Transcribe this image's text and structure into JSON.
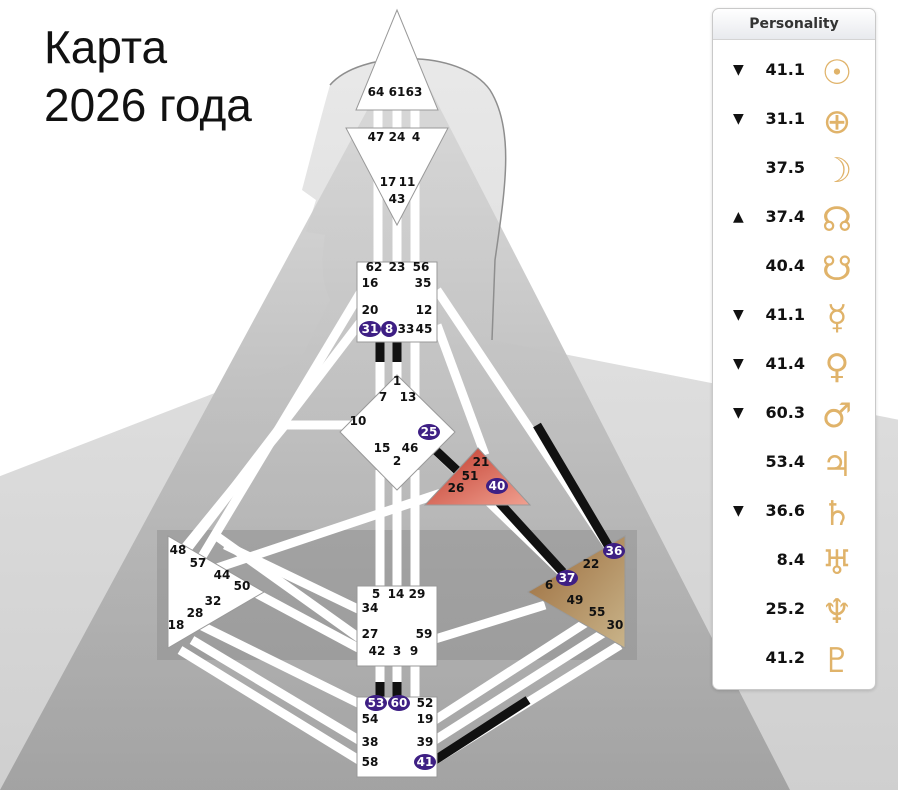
{
  "title_line1": "Карта",
  "title_line2": "2026 года",
  "colors": {
    "triangle": "#aaaaaa",
    "head": "#c4c4c4",
    "channel": "#ffffff",
    "defined": "#111111",
    "badge": "#3e1f84",
    "spleen": "#b08a4e",
    "ego": "#d4574a",
    "glyph": "#e0b36a"
  },
  "panel": {
    "header": "Personality",
    "rows": [
      {
        "arrow": "▼",
        "value": "41.1",
        "planet": "sun-icon",
        "glyph": "☉"
      },
      {
        "arrow": "▼",
        "value": "31.1",
        "planet": "earth-icon",
        "glyph": "⊕"
      },
      {
        "arrow": "",
        "value": "37.5",
        "planet": "moon-icon",
        "glyph": "☽"
      },
      {
        "arrow": "▲",
        "value": "37.4",
        "planet": "north-node-icon",
        "glyph": "☊"
      },
      {
        "arrow": "",
        "value": "40.4",
        "planet": "south-node-icon",
        "glyph": "☋"
      },
      {
        "arrow": "▼",
        "value": "41.1",
        "planet": "mercury-icon",
        "glyph": "☿"
      },
      {
        "arrow": "▼",
        "value": "41.4",
        "planet": "venus-icon",
        "glyph": "♀"
      },
      {
        "arrow": "▼",
        "value": "60.3",
        "planet": "mars-icon",
        "glyph": "♂"
      },
      {
        "arrow": "",
        "value": "53.4",
        "planet": "jupiter-icon",
        "glyph": "♃"
      },
      {
        "arrow": "▼",
        "value": "36.6",
        "planet": "saturn-icon",
        "glyph": "♄"
      },
      {
        "arrow": "",
        "value": "8.4",
        "planet": "uranus-icon",
        "glyph": "♅"
      },
      {
        "arrow": "",
        "value": "25.2",
        "planet": "neptune-icon",
        "glyph": "♆"
      },
      {
        "arrow": "",
        "value": "41.2",
        "planet": "pluto-icon",
        "glyph": "♇"
      }
    ]
  },
  "gates": [
    {
      "n": "64"
    },
    {
      "n": "61"
    },
    {
      "n": "63"
    },
    {
      "n": "47"
    },
    {
      "n": "24"
    },
    {
      "n": "4"
    },
    {
      "n": "17"
    },
    {
      "n": "11"
    },
    {
      "n": "43"
    },
    {
      "n": "62"
    },
    {
      "n": "23"
    },
    {
      "n": "56"
    },
    {
      "n": "16"
    },
    {
      "n": "35"
    },
    {
      "n": "20"
    },
    {
      "n": "12"
    },
    {
      "n": "31",
      "active": true
    },
    {
      "n": "8",
      "active": true
    },
    {
      "n": "33"
    },
    {
      "n": "45"
    },
    {
      "n": "1"
    },
    {
      "n": "7"
    },
    {
      "n": "13"
    },
    {
      "n": "10"
    },
    {
      "n": "25",
      "active": true
    },
    {
      "n": "15"
    },
    {
      "n": "46"
    },
    {
      "n": "2"
    },
    {
      "n": "21"
    },
    {
      "n": "51"
    },
    {
      "n": "26"
    },
    {
      "n": "40",
      "active": true
    },
    {
      "n": "48"
    },
    {
      "n": "57"
    },
    {
      "n": "44"
    },
    {
      "n": "50"
    },
    {
      "n": "32"
    },
    {
      "n": "28"
    },
    {
      "n": "18"
    },
    {
      "n": "36",
      "active": true
    },
    {
      "n": "22"
    },
    {
      "n": "6"
    },
    {
      "n": "37",
      "active": true
    },
    {
      "n": "49"
    },
    {
      "n": "55"
    },
    {
      "n": "30"
    },
    {
      "n": "5"
    },
    {
      "n": "14"
    },
    {
      "n": "29"
    },
    {
      "n": "34"
    },
    {
      "n": "27"
    },
    {
      "n": "59"
    },
    {
      "n": "42"
    },
    {
      "n": "3"
    },
    {
      "n": "9"
    },
    {
      "n": "53",
      "active": true
    },
    {
      "n": "60",
      "active": true
    },
    {
      "n": "52"
    },
    {
      "n": "54"
    },
    {
      "n": "19"
    },
    {
      "n": "38"
    },
    {
      "n": "39"
    },
    {
      "n": "58"
    },
    {
      "n": "41",
      "active": true
    }
  ]
}
